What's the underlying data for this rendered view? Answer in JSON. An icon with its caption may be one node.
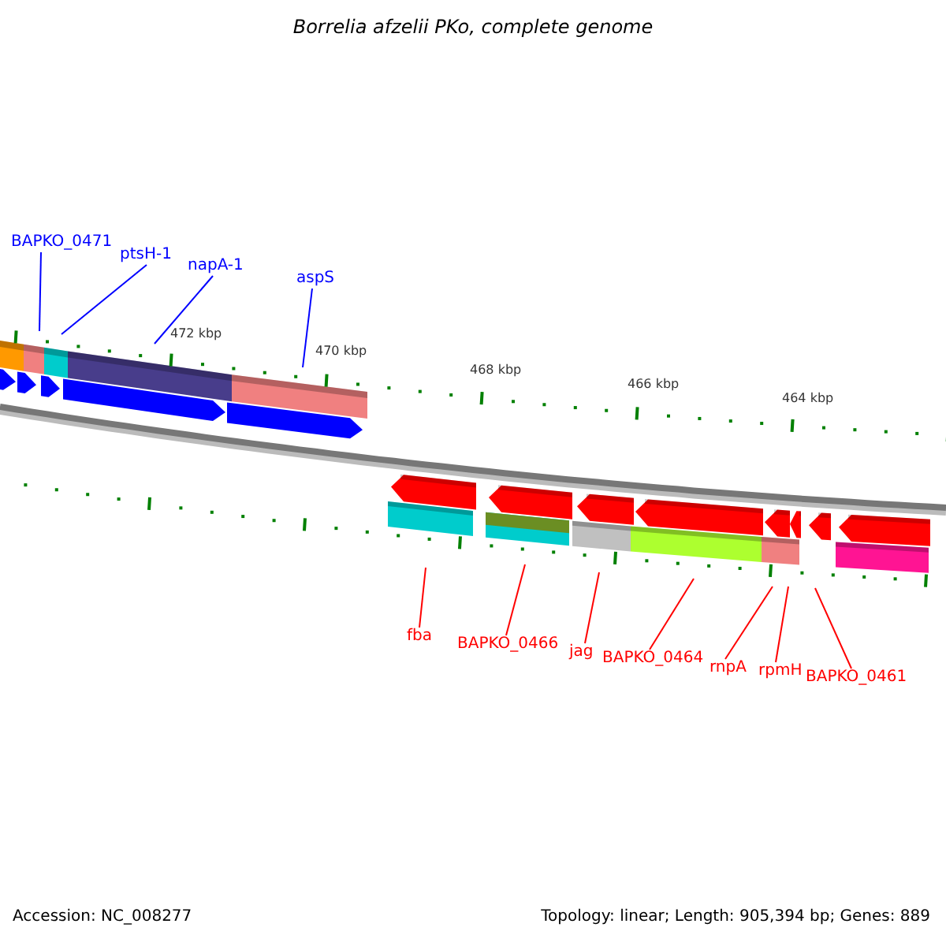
{
  "diagram": {
    "title": "Borrelia afzelii PKo, complete genome",
    "nodes": [
      {
        "text": [
          "BAPKO_0471"
        ]
      },
      {
        "text": [
          "ptsH-1"
        ]
      },
      {
        "text": [
          "napA-1"
        ]
      },
      {
        "text": [
          "aspS"
        ]
      },
      {
        "text": [
          "fba"
        ]
      },
      {
        "text": [
          "BAPKO_0466"
        ]
      },
      {
        "text": [
          "jag"
        ]
      },
      {
        "text": [
          "BAPKO_0464"
        ]
      },
      {
        "text": [
          "rnpA"
        ]
      },
      {
        "text": [
          "rpmH"
        ]
      },
      {
        "text": [
          "BAPKO_0461"
        ]
      }
    ],
    "edges": [
      {
        "from": 0,
        "to": null,
        "arrow": "none",
        "color": "#0000ff"
      },
      {
        "from": 1,
        "to": null,
        "arrow": "none",
        "color": "#0000ff"
      },
      {
        "from": 2,
        "to": null,
        "arrow": "none",
        "color": "#0000ff"
      },
      {
        "from": 3,
        "to": null,
        "arrow": "none",
        "color": "#0000ff"
      },
      {
        "from": 4,
        "to": null,
        "arrow": "none",
        "color": "#ff0000"
      },
      {
        "from": 5,
        "to": null,
        "arrow": "none",
        "color": "#ff0000"
      },
      {
        "from": 6,
        "to": null,
        "arrow": "none",
        "color": "#ff0000"
      },
      {
        "from": 7,
        "to": null,
        "arrow": "none",
        "color": "#ff0000"
      },
      {
        "from": 8,
        "to": null,
        "arrow": "none",
        "color": "#ff0000"
      },
      {
        "from": 9,
        "to": null,
        "arrow": "none",
        "color": "#ff0000"
      },
      {
        "from": 10,
        "to": null,
        "arrow": "none",
        "color": "#ff0000"
      }
    ],
    "labels": [
      "472 kbp",
      "470 kbp",
      "468 kbp",
      "466 kbp",
      "464 kbp",
      "Accession: NC_008277",
      "Topology: linear; Length: 905,394 bp; Genes: 889"
    ]
  }
}
